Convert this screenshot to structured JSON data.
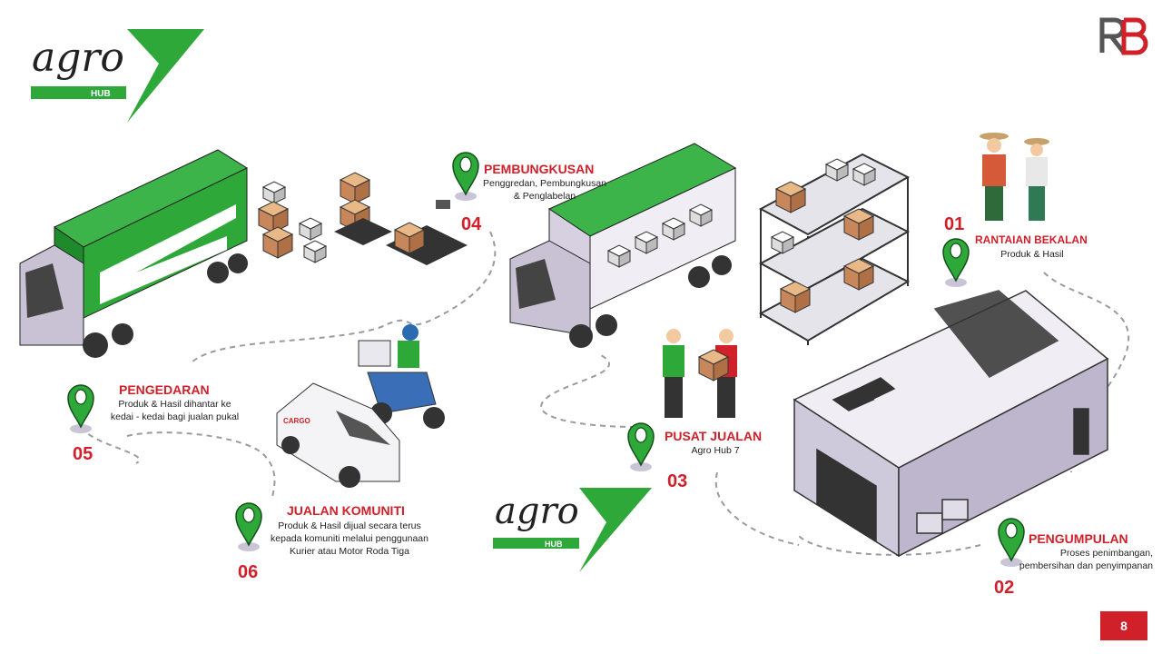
{
  "logo": {
    "script": "agro",
    "sub": "HUB"
  },
  "brand_logo": "RB",
  "colors": {
    "accent_red": "#d0202a",
    "green": "#2fa83a",
    "dark_green": "#1c7a28"
  },
  "steps": [
    {
      "num": "01",
      "title": "RANTAIAN BEKALAN",
      "desc": [
        "Produk & Hasil"
      ]
    },
    {
      "num": "02",
      "title": "PENGUMPULAN",
      "desc": [
        "Proses penimbangan,",
        "pembersihan dan penyimpanan"
      ]
    },
    {
      "num": "03",
      "title": "PUSAT JUALAN",
      "desc": [
        "Agro Hub 7"
      ]
    },
    {
      "num": "04",
      "title": "PEMBUNGKUSAN",
      "desc": [
        "Penggredan, Pembungkusan",
        "& Penglabelan"
      ]
    },
    {
      "num": "05",
      "title": "PENGEDARAN",
      "desc": [
        "Produk & Hasil dihantar ke",
        "kedai - kedai bagi jualan pukal"
      ]
    },
    {
      "num": "06",
      "title": "JUALAN KOMUNITI",
      "desc": [
        "Produk & Hasil dijual secara terus",
        "kepada komuniti melalui penggunaan",
        "Kurier atau Motor Roda Tiga"
      ]
    }
  ],
  "van_label": "CARGO",
  "page_number": "8"
}
